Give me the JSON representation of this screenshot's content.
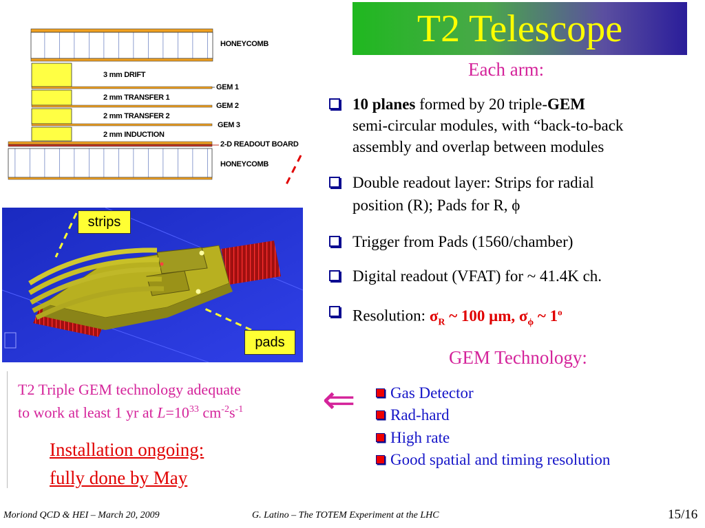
{
  "title": "T2 Telescope",
  "subtitle": "Each arm:",
  "bullets": [
    {
      "bold1": "10 planes",
      "text1": " formed by 20 triple-",
      "bold2": "GEM",
      "line2": "semi-circular modules, with “back-to-back",
      "line3": "assembly and overlap between modules"
    },
    {
      "line1": "Double readout layer: Strips for radial",
      "line2": "position (R); Pads for R, ϕ"
    },
    {
      "line1": "Trigger from Pads (1560/chamber)"
    },
    {
      "line1": "Digital readout (VFAT) for ~ 41.4K ch."
    },
    {
      "prefix": "Resolution: ",
      "sigma1": "σ",
      "sub1": "R",
      "mid": " ~ 100 μm, ",
      "sigma2": "σ",
      "sub2": "ϕ",
      "end": " ~ 1",
      "sup": "o"
    }
  ],
  "gem_heading": "GEM Technology:",
  "gem_items": [
    "Gas Detector",
    "Rad-hard",
    "High rate",
    "Good spatial and timing resolution"
  ],
  "note": {
    "line1": "T2 Triple GEM technology adequate",
    "line2_pre": "to work at least 1 yr at ",
    "L": "L",
    "eq": "=10",
    "exp1": "33",
    "unit_cm": " cm",
    "exp2": "-2",
    "unit_s": "s",
    "exp3": "-1"
  },
  "installation": {
    "line1": "Installation ongoing:",
    "line2": "fully done by May"
  },
  "arrow": "⇐",
  "footer": {
    "left": "Moriond QCD & HEI – March 20, 2009",
    "center": "G. Latino – The TOTEM Experiment at the LHC",
    "page": "15/16"
  },
  "diagram_labels": {
    "honeycomb_top": "HONEYCOMB",
    "drift": "3 mm  DRIFT",
    "transfer1": "2 mm  TRANSFER 1",
    "transfer2": "2 mm  TRANSFER 2",
    "induction": "2 mm  INDUCTION",
    "gem1": "GEM 1",
    "gem2": "GEM 2",
    "gem3": "GEM 3",
    "readout": "2-D READOUT BOARD",
    "honeycomb_bottom": "HONEYCOMB"
  },
  "photo_labels": {
    "strips": "strips",
    "pads": "pads"
  },
  "colors": {
    "title": "#ffff00",
    "magenta": "#d4239a",
    "blue": "#1515c8",
    "red": "#e00000",
    "photo_bg": "#2230d8"
  }
}
